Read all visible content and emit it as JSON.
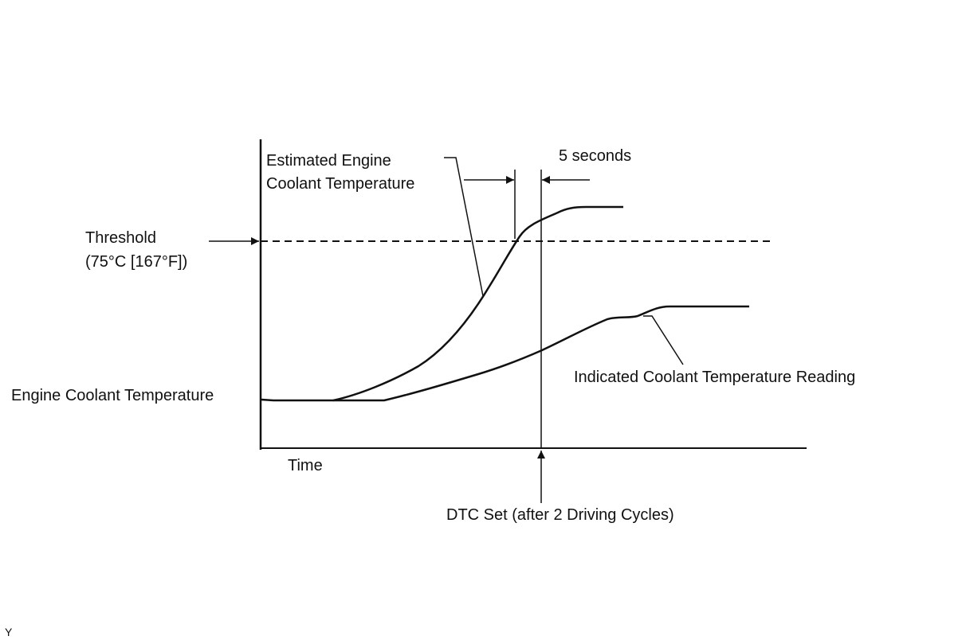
{
  "labels": {
    "estimated_line1": "Estimated Engine",
    "estimated_line2": "Coolant Temperature",
    "duration": "5 seconds",
    "threshold_line1": "Threshold",
    "threshold_line2": "(75°C [167°F])",
    "y_axis": "Engine Coolant Temperature",
    "indicated": "Indicated Coolant Temperature Reading",
    "x_axis": "Time",
    "dtc": "DTC Set (after 2 Driving Cycles)",
    "figure_id": "Y"
  },
  "colors": {
    "line": "#111111",
    "background": "#ffffff"
  }
}
